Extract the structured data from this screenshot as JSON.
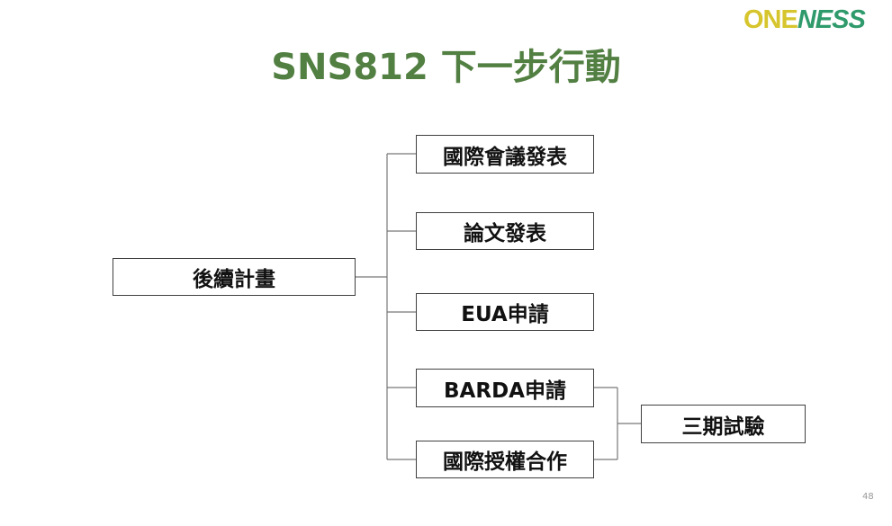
{
  "logo": {
    "part1": "ONE",
    "part2": "NESS"
  },
  "title": "SNS812 下一步行動",
  "root": "後續計畫",
  "branches": [
    "國際會議發表",
    "論文發表",
    "EUA申請",
    "BARDA申請",
    "國際授權合作"
  ],
  "merged": "三期試驗",
  "page_number": "48"
}
